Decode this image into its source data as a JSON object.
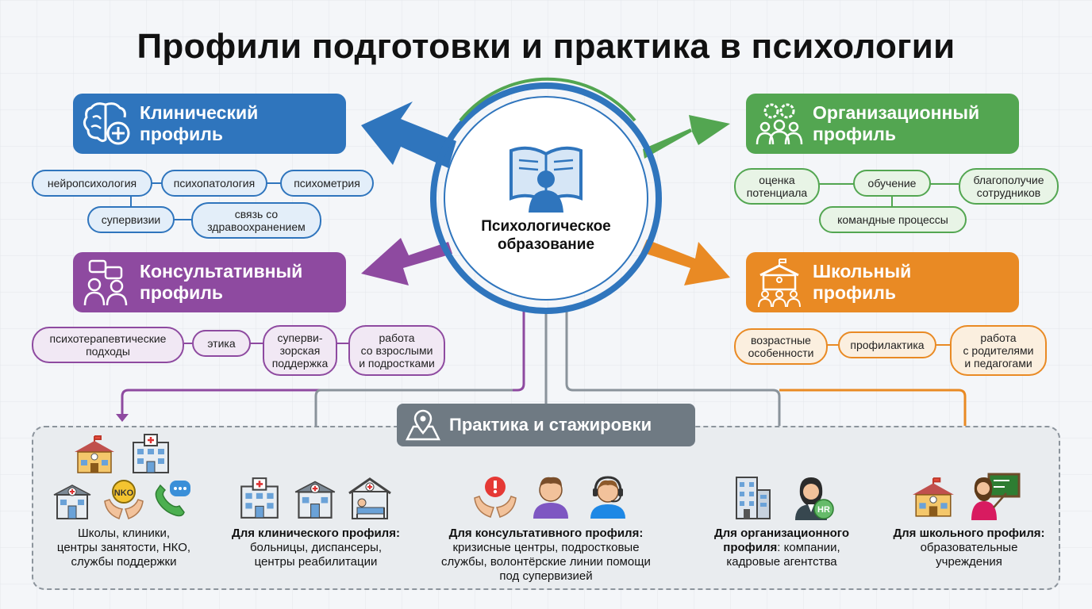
{
  "title": "Профили подготовки и практика в психологии",
  "colors": {
    "blue": "#2f75bd",
    "green": "#53a651",
    "purple": "#8e4aa0",
    "orange": "#e98a24",
    "gray": "#6f7a83"
  },
  "center": {
    "label": "Психологическое\nобразование",
    "icon": "open-book-person-icon"
  },
  "profiles": {
    "clinical": {
      "label": "Клинический\nпрофиль",
      "icon": "brain-plus-icon",
      "tags": [
        "нейропсихология",
        "психопатология",
        "психометрия",
        "супервизии",
        "связь со\nздравоохранением"
      ]
    },
    "organizational": {
      "label": "Организационный\nпрофиль",
      "icon": "team-gears-icon",
      "tags": [
        "оценка\nпотенциала",
        "обучение",
        "благополучие\nсотрудников",
        "командные процессы"
      ]
    },
    "consultative": {
      "label": "Консультативный\nпрофиль",
      "icon": "people-chat-icon",
      "tags": [
        "психотерапевтические\nподходы",
        "этика",
        "суперви-\nзорская\nподдержка",
        "работа\nсо взрослыми\nи подростками"
      ]
    },
    "school": {
      "label": "Школьный\nпрофиль",
      "icon": "school-children-icon",
      "tags": [
        "возрастные\nособенности",
        "профилактика",
        "работа\nс родителями\nи педагогами"
      ]
    }
  },
  "practice": {
    "label": "Практика и стажировки",
    "icon": "map-pin-icon",
    "columns": [
      {
        "bold": "",
        "text": "Школы, клиники,\nцентры занятости, НКО,\nслужбы поддержки",
        "icons": [
          "school-icon",
          "hospital-icon",
          "clinic-icon",
          "nko-hands-icon",
          "phone-chat-icon"
        ],
        "nko": "NKO"
      },
      {
        "bold": "Для клинического профиля:",
        "text": "больницы, диспансеры,\nцентры реабилитации",
        "icons": [
          "hospital-icon",
          "clinic-icon",
          "rehab-bed-icon"
        ]
      },
      {
        "bold": "Для консультативного профиля:",
        "text": "кризисные центры, подростковые\nслужбы, волонтёрские линии помощи\nпод супервизией",
        "icons": [
          "crisis-hands-icon",
          "teen-icon",
          "headset-operator-icon"
        ]
      },
      {
        "bold": "Для организационного\nпрофиля",
        "text": ": компании,\nкадровые агентства",
        "icons": [
          "office-building-icon",
          "hr-manager-icon"
        ],
        "hr": "HR"
      },
      {
        "bold": "Для школьного профиля:",
        "text": "образовательные\nучреждения",
        "icons": [
          "school-icon",
          "teacher-board-icon"
        ]
      }
    ]
  }
}
